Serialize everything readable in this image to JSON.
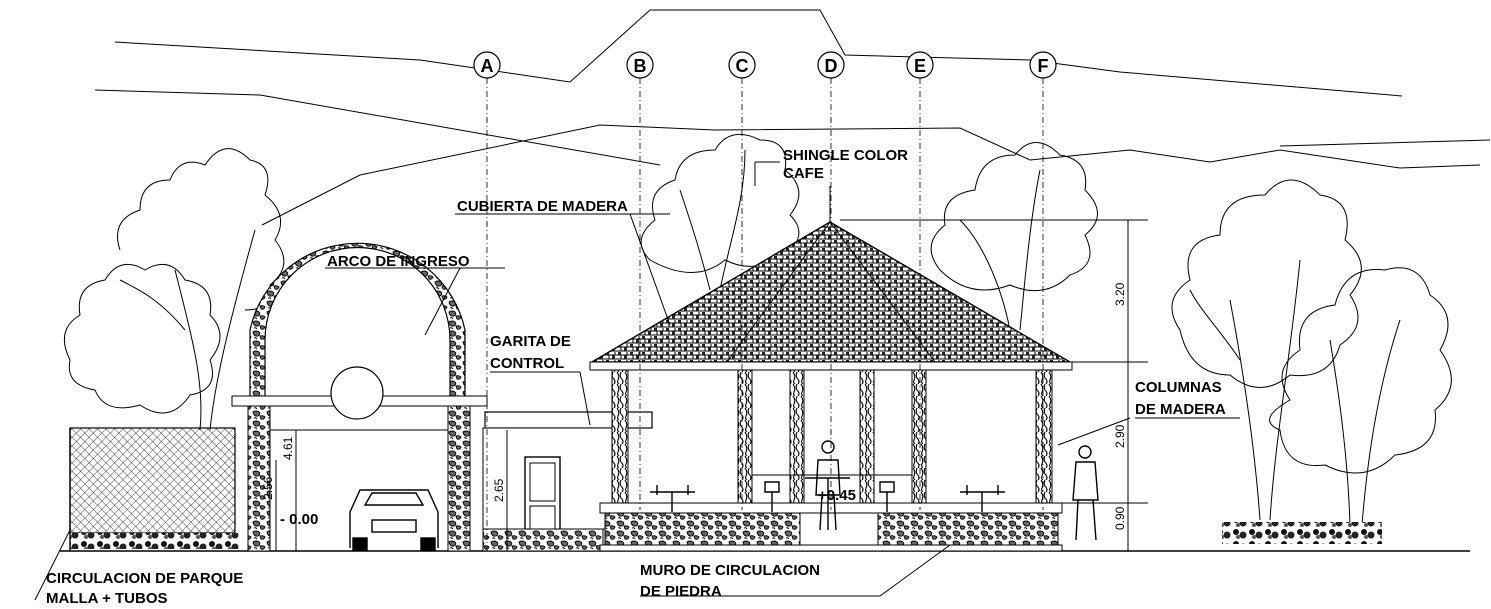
{
  "grid_axes": [
    "A",
    "B",
    "C",
    "D",
    "E",
    "F"
  ],
  "labels": {
    "shingle_line1": "SHINGLE COLOR",
    "shingle_line2": "CAFE",
    "cubierta": "CUBIERTA DE MADERA",
    "arco": "ARCO DE INGRESO",
    "garita_line1": "GARITA DE",
    "garita_line2": "CONTROL",
    "columnas_line1": "COLUMNAS",
    "columnas_line2": "DE MADERA",
    "circulacion_line1": "CIRCULACION DE PARQUE",
    "circulacion_line2": "MALLA + TUBOS",
    "muro_line1": "MURO DE CIRCULACION",
    "muro_line2": "DE PIEDRA"
  },
  "levels": {
    "ground": "- 0.00",
    "platform": "+0.45"
  },
  "dimensions": {
    "arch_total": "4.61",
    "arch_opening": "2.56",
    "garita_door": "2.65",
    "roof_height": "3.20",
    "column_height": "2.90",
    "wall_height": "0.90"
  }
}
